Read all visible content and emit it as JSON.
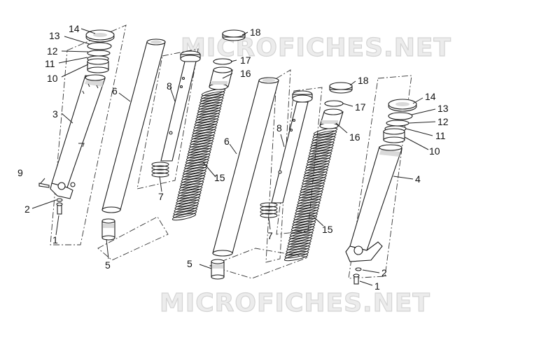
{
  "watermark": {
    "text": "MICROFICHES.NET"
  },
  "callouts": {
    "c1a": "1",
    "c1b": "1",
    "c2a": "2",
    "c2b": "2",
    "c3": "3",
    "c4": "4",
    "c5a": "5",
    "c5b": "5",
    "c6a": "6",
    "c6b": "6",
    "c7a": "7",
    "c7b": "7",
    "c8a": "8",
    "c8b": "8",
    "c9": "9",
    "c10a": "10",
    "c10b": "10",
    "c11a": "11",
    "c11b": "11",
    "c12a": "12",
    "c12b": "12",
    "c13a": "13",
    "c13b": "13",
    "c14a": "14",
    "c14b": "14",
    "c15a": "15",
    "c15b": "15",
    "c16a": "16",
    "c16b": "16",
    "c17a": "17",
    "c17b": "17",
    "c18a": "18",
    "c18b": "18"
  }
}
